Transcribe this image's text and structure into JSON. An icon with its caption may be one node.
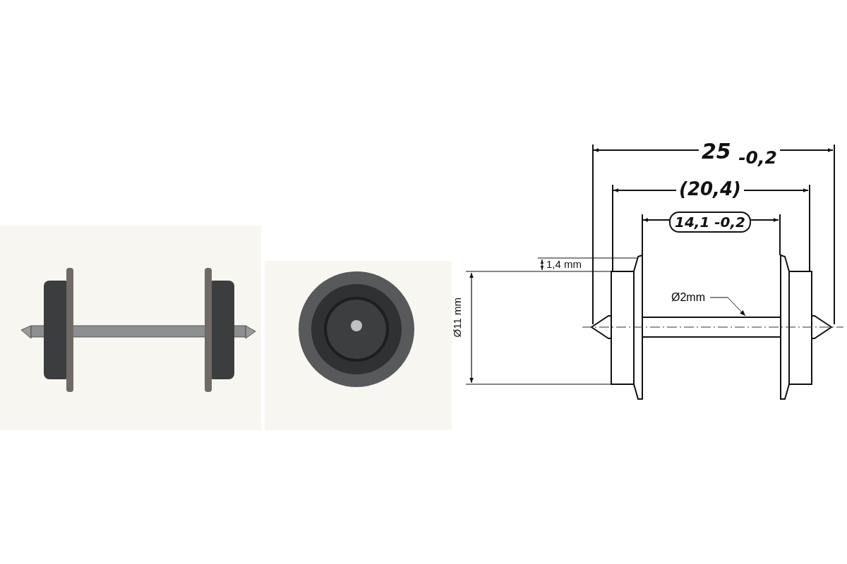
{
  "diagram": {
    "nodes": [
      {
        "text": [
          "Ø2mm"
        ]
      },
      {
        "text": [],
        "shape": "bar"
      }
    ],
    "edges": [
      {
        "from": 0,
        "to": 1,
        "arrow": "to"
      }
    ],
    "labels": [
      "25 $_{-0,2}$",
      "(20,4)",
      "14,1 -0,2",
      "1,4 mm",
      "Ø11 mm"
    ]
  }
}
